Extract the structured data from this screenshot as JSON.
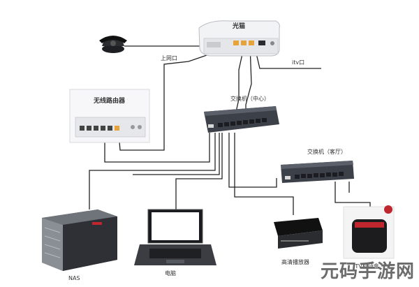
{
  "labels": {
    "modem": "光猫",
    "uplink_port": "上网口",
    "itv_port": "itv口",
    "wireless_router": "无线路由器",
    "switch_center": "交换机（中心）",
    "switch_living": "交换机（客厅）",
    "nas": "NAS",
    "laptop": "电脑",
    "hd_player": "高清播放器",
    "itv_box": "ITV机顶盒"
  },
  "watermark": "元码手游网",
  "colors": {
    "switch_body": "#3c4048",
    "switch_ports": "#1b1d22",
    "port_led": "#e8a23a",
    "cable": "#222222",
    "nas_accent": "#c0262d"
  }
}
